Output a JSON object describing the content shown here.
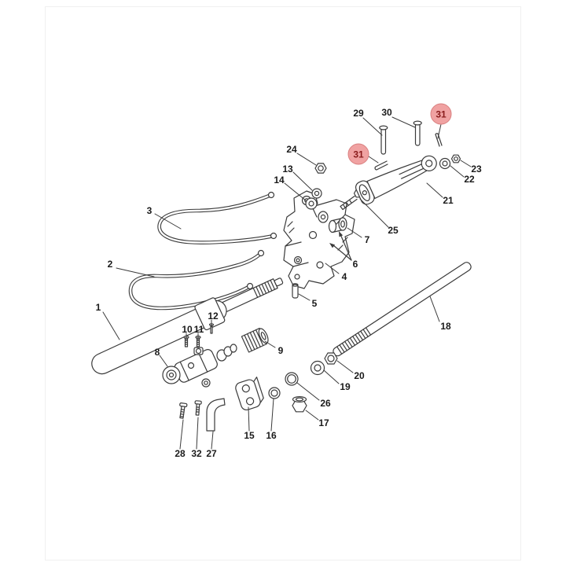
{
  "diagram": {
    "kind": "exploded-parts-diagram"
  },
  "style": {
    "background": "#ffffff",
    "line_color": "#3a3a3a",
    "label_color": "#1a1a1a",
    "highlight_fill": "#f0a2a2",
    "highlight_border": "#d97f7f",
    "highlight_text": "#8a1c1c"
  },
  "callouts": {
    "c1": {
      "label": "1"
    },
    "c2": {
      "label": "2"
    },
    "c3": {
      "label": "3"
    },
    "c4": {
      "label": "4"
    },
    "c5": {
      "label": "5"
    },
    "c6": {
      "label": "6"
    },
    "c7": {
      "label": "7"
    },
    "c8": {
      "label": "8"
    },
    "c9": {
      "label": "9"
    },
    "c10": {
      "label": "10"
    },
    "c11": {
      "label": "11"
    },
    "c12": {
      "label": "12"
    },
    "c13": {
      "label": "13"
    },
    "c14": {
      "label": "14"
    },
    "c15": {
      "label": "15"
    },
    "c16": {
      "label": "16"
    },
    "c17": {
      "label": "17"
    },
    "c18": {
      "label": "18"
    },
    "c19": {
      "label": "19"
    },
    "c20": {
      "label": "20"
    },
    "c21": {
      "label": "21"
    },
    "c22": {
      "label": "22"
    },
    "c23": {
      "label": "23"
    },
    "c24": {
      "label": "24"
    },
    "c25": {
      "label": "25"
    },
    "c26": {
      "label": "26"
    },
    "c27": {
      "label": "27"
    },
    "c28": {
      "label": "28"
    },
    "c29": {
      "label": "29"
    },
    "c30": {
      "label": "30"
    },
    "c31a": {
      "label": "31",
      "highlighted": true
    },
    "c31b": {
      "label": "31",
      "highlighted": true
    },
    "c32": {
      "label": "32"
    }
  }
}
